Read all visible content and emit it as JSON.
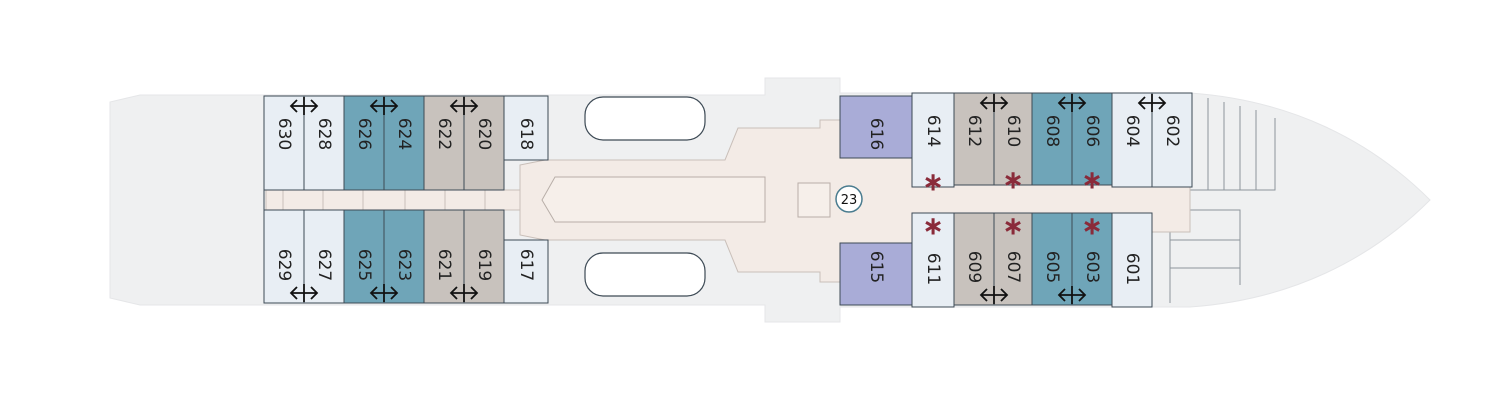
{
  "deck_plan": {
    "badge": "23",
    "colors": {
      "light": "#e8eef4",
      "teal": "#6fa5b8",
      "taupe": "#c8c2bd",
      "lilac": "#a9acd7",
      "hull": "#eff0f1",
      "corridor": "#f3ebe6",
      "accent_star": "#8a2b3a"
    },
    "cabins": [
      {
        "number": "630",
        "category": "light"
      },
      {
        "number": "628",
        "category": "light"
      },
      {
        "number": "626",
        "category": "teal"
      },
      {
        "number": "624",
        "category": "teal"
      },
      {
        "number": "622",
        "category": "taupe"
      },
      {
        "number": "620",
        "category": "taupe"
      },
      {
        "number": "618",
        "category": "light"
      },
      {
        "number": "629",
        "category": "light"
      },
      {
        "number": "627",
        "category": "light"
      },
      {
        "number": "625",
        "category": "teal"
      },
      {
        "number": "623",
        "category": "teal"
      },
      {
        "number": "621",
        "category": "taupe"
      },
      {
        "number": "619",
        "category": "taupe"
      },
      {
        "number": "617",
        "category": "light"
      },
      {
        "number": "616",
        "category": "lilac"
      },
      {
        "number": "614",
        "category": "light"
      },
      {
        "number": "612",
        "category": "taupe"
      },
      {
        "number": "610",
        "category": "taupe"
      },
      {
        "number": "608",
        "category": "teal"
      },
      {
        "number": "606",
        "category": "teal"
      },
      {
        "number": "604",
        "category": "light"
      },
      {
        "number": "602",
        "category": "light"
      },
      {
        "number": "615",
        "category": "lilac"
      },
      {
        "number": "611",
        "category": "light"
      },
      {
        "number": "609",
        "category": "taupe"
      },
      {
        "number": "607",
        "category": "taupe"
      },
      {
        "number": "605",
        "category": "teal"
      },
      {
        "number": "603",
        "category": "teal"
      },
      {
        "number": "601",
        "category": "light"
      }
    ],
    "connecting_pairs": [
      [
        "628",
        "630"
      ],
      [
        "624",
        "626"
      ],
      [
        "620",
        "622"
      ],
      [
        "627",
        "629"
      ],
      [
        "623",
        "625"
      ],
      [
        "619",
        "621"
      ],
      [
        "610",
        "612"
      ],
      [
        "606",
        "608"
      ],
      [
        "602",
        "604"
      ],
      [
        "607",
        "609"
      ],
      [
        "603",
        "605"
      ]
    ],
    "starred_cabins": [
      "614",
      "610",
      "606",
      "611",
      "607",
      "603"
    ]
  }
}
